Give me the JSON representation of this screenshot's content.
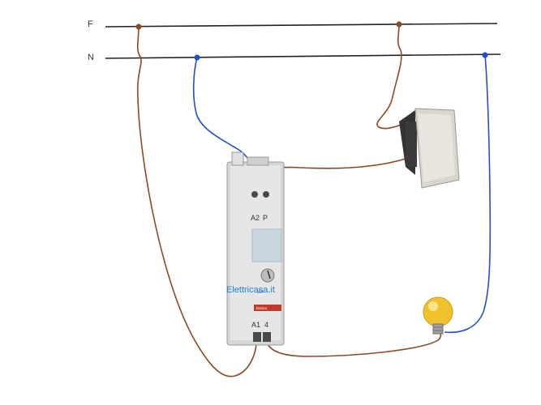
{
  "lines": {
    "phase_label": "F",
    "neutral_label": "N"
  },
  "relay": {
    "terminal_a2": "A2",
    "terminal_p": "P",
    "terminal_a1": "A1",
    "terminal_4": "4",
    "rating": "16A",
    "brand": "bticino"
  },
  "watermark": "Elettricasa.it",
  "colors": {
    "phase_wire": "#8b4a22",
    "neutral_wire": "#1f4fd1",
    "bus_line": "#222222",
    "relay_body": "#dcdcdc",
    "brand_band": "#c0392b",
    "watermark": "#1e7fd8",
    "bulb": "#f2c12e"
  },
  "icons": {
    "switch": "push-button-switch-icon",
    "lamp": "light-bulb-icon",
    "relay": "step-relay-icon"
  }
}
